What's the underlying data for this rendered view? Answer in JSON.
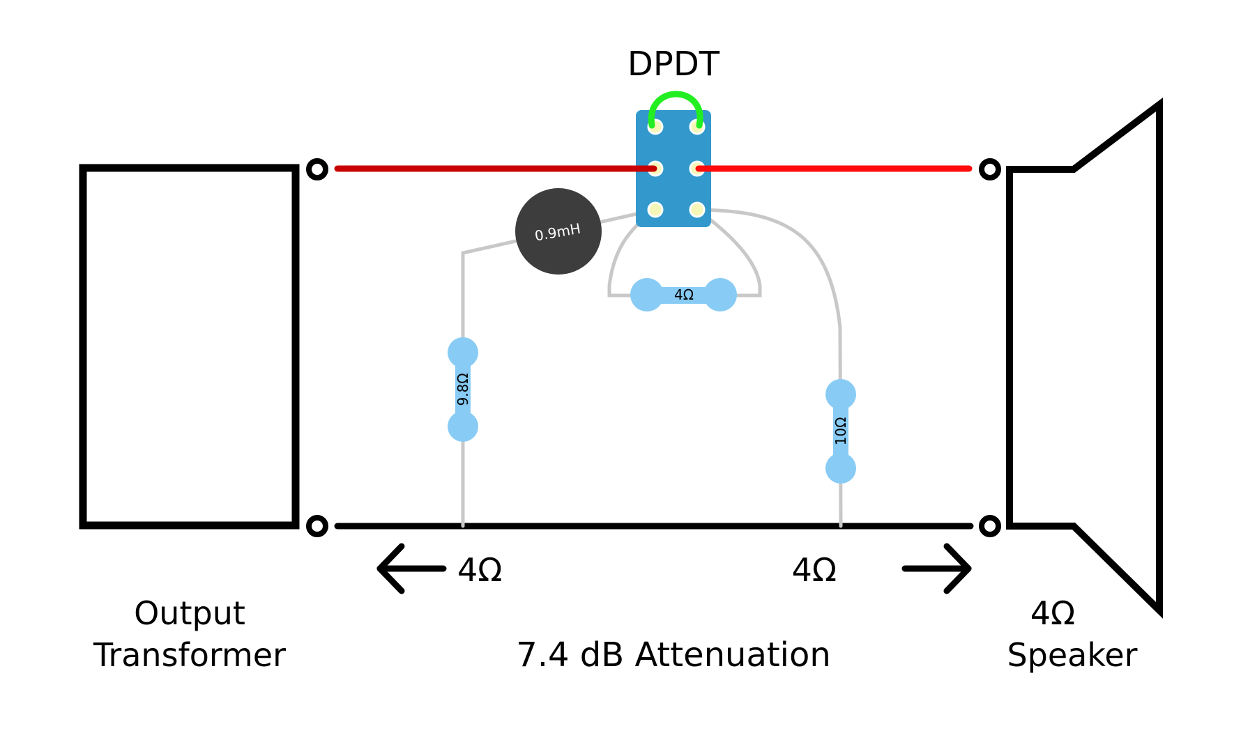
{
  "title": "DPDT",
  "left_block": {
    "line1": "Output",
    "line2": "Transformer"
  },
  "right_block": {
    "line1": "4Ω",
    "line2": "Speaker"
  },
  "caption": "7.4 dB Attenuation",
  "arrows": {
    "left_impedance": "4Ω",
    "right_impedance": "4Ω"
  },
  "components": {
    "inductor": "0.9mH",
    "resistor_bridge": "4Ω",
    "resistor_left": "9.8Ω",
    "resistor_right": "10Ω"
  },
  "colors": {
    "wire_main": "#000000",
    "wire_hot_left": "#c80000",
    "wire_hot_right": "#ff0a0a",
    "jumper": "#22ee22",
    "switch_body": "#3399cc",
    "resistor": "#88ccf5",
    "inductor": "#3d3d3d",
    "lead": "#c8c8c8"
  }
}
